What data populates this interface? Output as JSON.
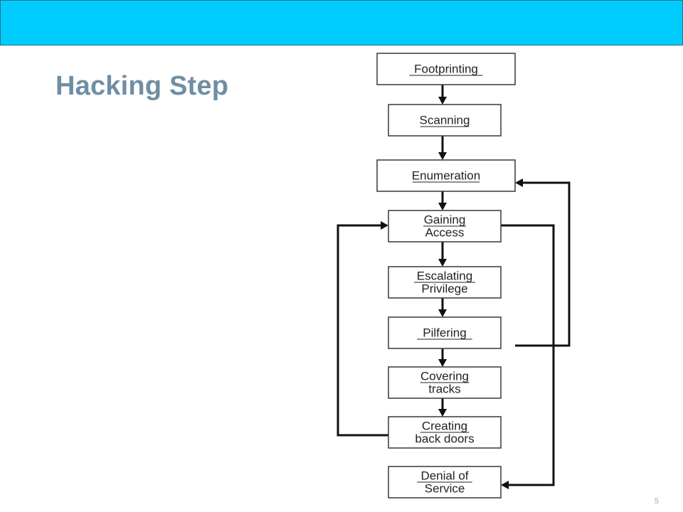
{
  "slide": {
    "title": "Hacking Step",
    "page_number": "5",
    "header_color": "#00ccff",
    "title_color": "#6f8ea3"
  },
  "diagram": {
    "nodes": [
      {
        "id": "footprinting",
        "lines": [
          "Footprinting"
        ]
      },
      {
        "id": "scanning",
        "lines": [
          "Scanning"
        ]
      },
      {
        "id": "enumeration",
        "lines": [
          "Enumeration"
        ]
      },
      {
        "id": "gaining-access",
        "lines": [
          "Gaining",
          "Access"
        ]
      },
      {
        "id": "escalating-privilege",
        "lines": [
          "Escalating",
          "Privilege"
        ]
      },
      {
        "id": "pilfering",
        "lines": [
          "Pilfering"
        ]
      },
      {
        "id": "covering-tracks",
        "lines": [
          "Covering",
          "tracks"
        ]
      },
      {
        "id": "creating-back-doors",
        "lines": [
          "Creating",
          "back doors"
        ]
      },
      {
        "id": "denial-of-service",
        "lines": [
          "Denial of",
          "Service"
        ]
      }
    ],
    "edges": [
      {
        "from": "footprinting",
        "to": "scanning"
      },
      {
        "from": "scanning",
        "to": "enumeration"
      },
      {
        "from": "enumeration",
        "to": "gaining-access"
      },
      {
        "from": "gaining-access",
        "to": "escalating-privilege"
      },
      {
        "from": "escalating-privilege",
        "to": "pilfering"
      },
      {
        "from": "pilfering",
        "to": "covering-tracks"
      },
      {
        "from": "covering-tracks",
        "to": "creating-back-doors"
      },
      {
        "from": "pilfering",
        "to": "enumeration"
      },
      {
        "from": "creating-back-doors",
        "to": "gaining-access"
      },
      {
        "from": "gaining-access",
        "to": "denial-of-service"
      }
    ]
  }
}
